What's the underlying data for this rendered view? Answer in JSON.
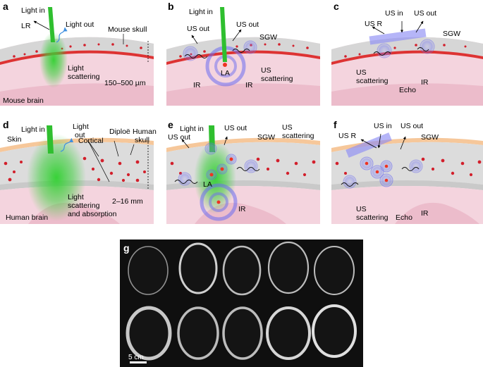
{
  "panels": {
    "a": {
      "letter": "a",
      "labels": {
        "light_in": "Light in",
        "lr": "LR",
        "light_out": "Light out",
        "mouse_skull": "Mouse skull",
        "thickness": "150–500 µm",
        "light_scattering_1": "Light",
        "light_scattering_2": "scattering",
        "mouse_brain": "Mouse brain"
      }
    },
    "b": {
      "letter": "b",
      "labels": {
        "light_in": "Light in",
        "us_out_left": "US out",
        "us_out_mid": "US out",
        "sgw": "SGW",
        "la": "LA",
        "ir_left": "IR",
        "ir_right": "IR",
        "us_scattering_1": "US",
        "us_scattering_2": "scattering"
      }
    },
    "c": {
      "letter": "c",
      "labels": {
        "us_in": "US in",
        "us_out": "US out",
        "us_r": "US R",
        "sgw": "SGW",
        "us_scattering_1": "US",
        "us_scattering_2": "scattering",
        "echo": "Echo",
        "ir": "IR"
      }
    },
    "d": {
      "letter": "d",
      "labels": {
        "light_in": "Light in",
        "skin": "Skin",
        "light_out_1": "Light",
        "light_out_2": "out",
        "cortical": "Cortical",
        "diploe": "Diploë",
        "human_skull_1": "Human",
        "human_skull_2": "skull",
        "thickness": "2–16 mm",
        "light_sa_1": "Light",
        "light_sa_2": "scattering",
        "light_sa_3": "and absorption",
        "human_brain": "Human brain"
      }
    },
    "e": {
      "letter": "e",
      "labels": {
        "light_in": "Light in",
        "us_out_top": "US out",
        "us_out_left": "US out",
        "sgw": "SGW",
        "us_scattering_1": "US",
        "us_scattering_2": "scattering",
        "la": "LA",
        "ir": "IR"
      }
    },
    "f": {
      "letter": "f",
      "labels": {
        "us_in": "US in",
        "us_out": "US out",
        "us_r": "US R",
        "sgw": "SGW",
        "us_scattering_1": "US",
        "us_scattering_2": "scattering",
        "echo": "Echo",
        "ir": "IR"
      }
    },
    "g": {
      "letter": "g",
      "scale_label": "5 cm"
    }
  },
  "colors": {
    "light_green": "#3ccf3c",
    "bone": "#d9d9d9",
    "skin": "#f6c79a",
    "brain": "#f4d4de",
    "blood": "#d21f2b",
    "us_blue": "#6c6cf0",
    "ct_background": "#0f0f0f"
  }
}
